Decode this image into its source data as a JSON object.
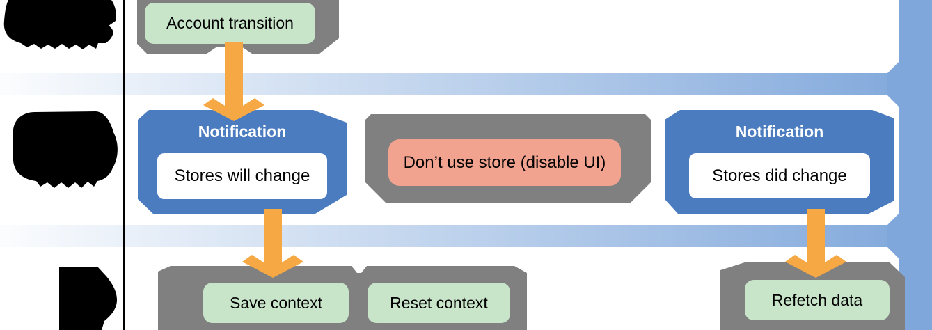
{
  "nodes": {
    "account_transition": {
      "label": "Account transition"
    },
    "notification_will": {
      "title": "Notification",
      "label": "Stores will change"
    },
    "dont_use_store": {
      "label": "Don’t use store (disable UI)"
    },
    "notification_did": {
      "title": "Notification",
      "label": "Stores did change"
    },
    "save_context": {
      "label": "Save context"
    },
    "reset_context": {
      "label": "Reset context"
    },
    "refetch_data": {
      "label": "Refetch data"
    }
  },
  "colors": {
    "container_gray": "#808080",
    "action_green": "#c8e5c9",
    "notification_blue": "#4b7cc0",
    "timeline_light_blue": "#7fa7db",
    "arrow_orange": "#f5a843",
    "disable_salmon": "#f2a38f",
    "label_black": "#000000"
  }
}
